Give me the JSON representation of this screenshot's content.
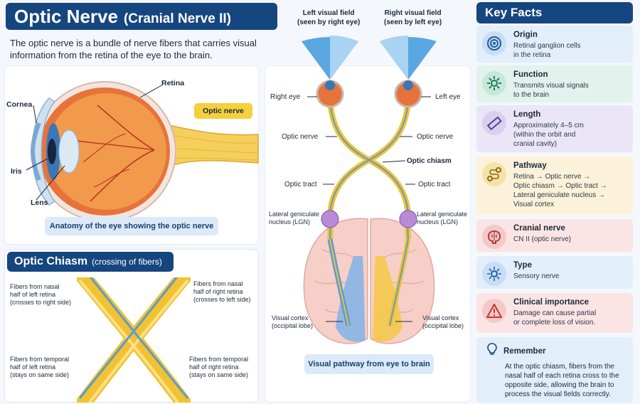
{
  "header": {
    "title": "Optic Nerve",
    "subtitle": "(Cranial Nerve II)",
    "intro": "The optic nerve is a bundle of nerve fibers that carries visual information from the retina of the eye to the brain."
  },
  "anatomy": {
    "labels": {
      "retina": "Retina",
      "cornea": "Cornea",
      "iris": "Iris",
      "lens": "Lens",
      "optic_nerve": "Optic nerve"
    },
    "caption": "Anatomy of the eye showing the optic nerve"
  },
  "chiasm": {
    "heading": "Optic Chiasm",
    "heading_sub": "(crossing of fibers)",
    "nasal_left": {
      "line1": "Fibers from nasal",
      "line2": "half of left retina",
      "note": "(crosses to right side)"
    },
    "nasal_right": {
      "line1": "Fibers from nasal",
      "line2": "half of right retina",
      "note": "(crosses to left side)"
    },
    "temporal_left": {
      "line1": "Fibers from temporal",
      "line2": "half of left retina",
      "note": "(stays on same side)"
    },
    "temporal_right": {
      "line1": "Fibers from temporal",
      "line2": "half of right retina",
      "note": "(stays on same side)"
    }
  },
  "pathway": {
    "left_field": {
      "line1": "Left visual field",
      "line2": "(seen by right eye)"
    },
    "right_field": {
      "line1": "Right visual field",
      "line2": "(seen by left eye)"
    },
    "right_eye": "Right eye",
    "left_eye": "Left eye",
    "optic_nerve": "Optic nerve",
    "optic_chiasm": "Optic chiasm",
    "optic_tract": "Optic tract",
    "lgn": {
      "line1": "Lateral geniculate",
      "line2": "nucleus (LGN)"
    },
    "visual_cortex": {
      "line1": "Visual cortex",
      "line2": "(occipital lobe)"
    },
    "caption": "Visual pathway from eye to brain"
  },
  "key_facts": {
    "heading": "Key Facts",
    "cards": [
      {
        "title": "Origin",
        "lines": [
          "Retinal ganglion cells",
          "in the retina"
        ],
        "icon": "target-icon",
        "bg": "#e2eefa",
        "icon_bg": "#c8def5",
        "icon_color": "#1f5d9e"
      },
      {
        "title": "Function",
        "lines": [
          "Transmits visual signals",
          "to the brain"
        ],
        "icon": "gear-icon",
        "bg": "#e1f3ec",
        "icon_bg": "#c6e8da",
        "icon_color": "#1f7a55"
      },
      {
        "title": "Length",
        "lines": [
          "Approximately 4–5 cm",
          "(within the orbit and",
          "cranial cavity)"
        ],
        "icon": "ruler-icon",
        "bg": "#ebe6f7",
        "icon_bg": "#d9d0f0",
        "icon_color": "#5b3fa0"
      },
      {
        "title": "Pathway",
        "lines": [
          "Retina → Optic nerve →",
          "Optic chiasm → Optic tract →",
          "Lateral geniculate nucleus →",
          "Visual cortex"
        ],
        "icon": "route-icon",
        "bg": "#fbf2d9",
        "icon_bg": "#f5e2a8",
        "icon_color": "#8a6a12"
      },
      {
        "title": "Cranial nerve",
        "lines": [
          "CN II (optic nerve)"
        ],
        "icon": "brain-icon",
        "bg": "#fbe4e4",
        "icon_bg": "#f4c9c9",
        "icon_color": "#b03a3a"
      },
      {
        "title": "Type",
        "lines": [
          "Sensory nerve"
        ],
        "icon": "sensor-icon",
        "bg": "#e2eefa",
        "icon_bg": "#c8def5",
        "icon_color": "#1f5d9e"
      },
      {
        "title": "Clinical importance",
        "lines": [
          "Damage can cause partial",
          "or complete loss of vision."
        ],
        "icon": "warning-icon",
        "bg": "#fbe4e4",
        "icon_bg": "#f4c9c9",
        "icon_color": "#c0392b"
      }
    ],
    "remember": {
      "title": "Remember",
      "lines": [
        "At the optic chiasm, fibers from the",
        "nasal half of each retina cross to the",
        "opposite side, allowing the brain to",
        "process the visual fields correctly."
      ]
    }
  },
  "colors": {
    "navy": "#15467f",
    "nerve_yellow": "#f2c230",
    "fiber_blue": "#5b9bd5",
    "brain_pink": "#f6cfc8",
    "lgn_purple": "#b98ad6"
  }
}
